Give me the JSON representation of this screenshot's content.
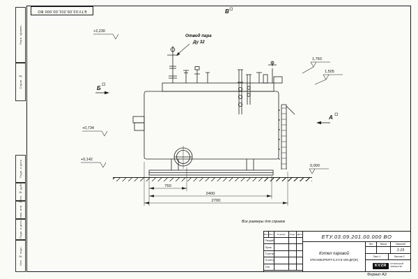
{
  "corner_stamp": {
    "number": "ЕТУ.03.09.201.00.000 ВО"
  },
  "margin_labels": [
    "Перв. примен.",
    "Справ. №",
    "Подп. и дата",
    "Инв. № дубл.",
    "Взам. инв. №",
    "Подп. и дата",
    "Инв. № подл."
  ],
  "views": {
    "top": "В",
    "left": "Б",
    "right": "А"
  },
  "callouts": {
    "steam_outlet_line1": "Отвод пара",
    "steam_outlet_line2": "Ду 32"
  },
  "elevations": {
    "steam_top": "+2,230",
    "burner_axis": "+0,734",
    "base_top": "+0,142",
    "ground": "0,000",
    "deck": "1,760",
    "fitting": "1,505"
  },
  "dimensions": {
    "manhole_offset": "760",
    "base_length": "2400",
    "overall_length": "2700"
  },
  "note": "Все размеры для справок",
  "title_block": {
    "doc_number": "ЕТУ.03.09.201.00.000  ВО",
    "product_line1": "Котел паровой",
    "product_line2": "STEAMEXPERT-0,3-0,9-190-ДП(Ж)",
    "header_cols": [
      "Изм.",
      "Лист",
      "N докум.",
      "Подп.",
      "Дата"
    ],
    "sign_rows": [
      "Разраб.",
      "Пров.",
      "Т.контр.",
      "Н.контр.",
      "Утв."
    ],
    "lit_label": "Лит.",
    "mass_label": "Масса",
    "scale_label": "Масштаб",
    "scale_value": "1:15",
    "sheet_label": "Лист",
    "sheet_number": "1",
    "sheets_label": "Листов",
    "sheets_total": "2",
    "logo_text": "KVZR",
    "logo_caption_line1": "КОТЕЛЬНЫЙ",
    "logo_caption_line2": "ЗАВОД РЭР"
  },
  "footer": {
    "format_label": "Формат А3"
  }
}
